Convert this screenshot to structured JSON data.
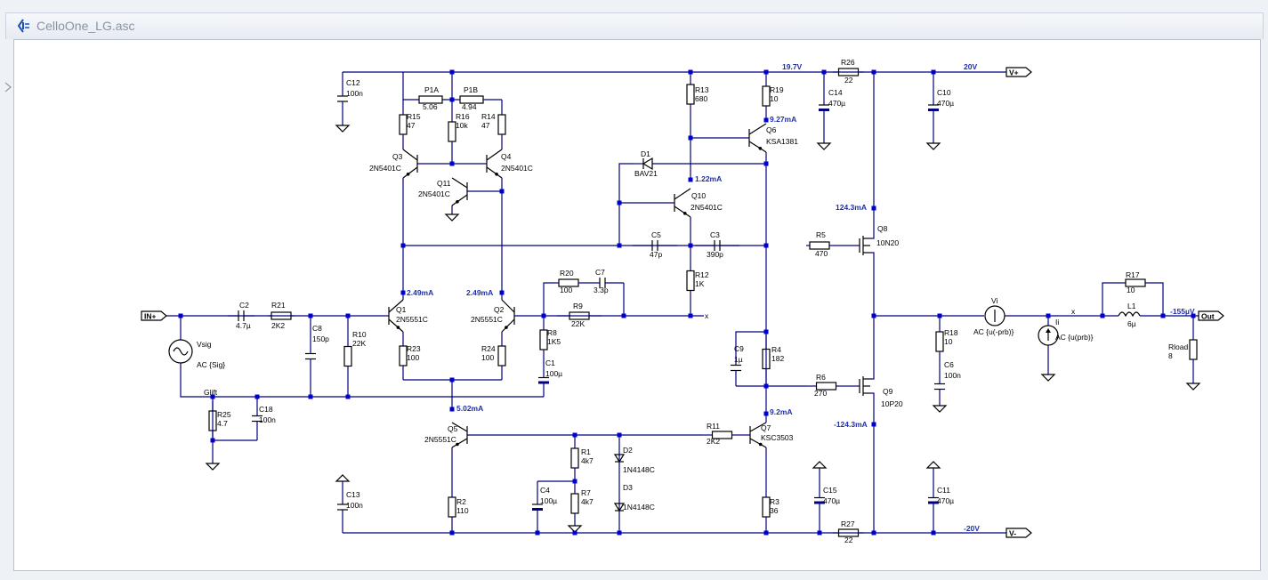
{
  "window": {
    "title": "CelloOne_LG.asc"
  },
  "ports": {
    "in": "IN+",
    "out": "Out",
    "vpos": "V+",
    "vneg": "V-"
  },
  "netlabels": {
    "x1": "x",
    "x2": "x",
    "glift": "Glift"
  },
  "rails": {
    "v197": "19.7V",
    "v20": "20V",
    "vm20": "-20V"
  },
  "components": {
    "C12": {
      "ref": "C12",
      "val": "100n"
    },
    "C13": {
      "ref": "C13",
      "val": "100n"
    },
    "P1A": {
      "ref": "P1A",
      "val": "5.06"
    },
    "P1B": {
      "ref": "P1B",
      "val": "4.94"
    },
    "R15": {
      "ref": "R15",
      "val": "47"
    },
    "R16": {
      "ref": "R16",
      "val": "10k"
    },
    "R14": {
      "ref": "R14",
      "val": "47"
    },
    "Q3": {
      "ref": "Q3",
      "val": "2N5401C"
    },
    "Q4": {
      "ref": "Q4",
      "val": "2N5401C"
    },
    "Q11": {
      "ref": "Q11",
      "val": "2N5401C"
    },
    "R13": {
      "ref": "R13",
      "val": "680"
    },
    "R19": {
      "ref": "R19",
      "val": "10"
    },
    "Q6": {
      "ref": "Q6",
      "val": "KSA1381"
    },
    "D1": {
      "ref": "D1",
      "val": "BAV21"
    },
    "Q10": {
      "ref": "Q10",
      "val": "2N5401C"
    },
    "C14": {
      "ref": "C14",
      "val": "470µ"
    },
    "R26": {
      "ref": "R26",
      "val": "22"
    },
    "C10": {
      "ref": "C10",
      "val": "470µ"
    },
    "C5": {
      "ref": "C5",
      "val": "47p"
    },
    "C3": {
      "ref": "C3",
      "val": "390p"
    },
    "R5": {
      "ref": "R5",
      "val": "470"
    },
    "Q8": {
      "ref": "Q8",
      "val": "10N20"
    },
    "R12": {
      "ref": "R12",
      "val": "1K"
    },
    "R20": {
      "ref": "R20",
      "val": "100"
    },
    "C7": {
      "ref": "C7",
      "val": "3.3p"
    },
    "R9": {
      "ref": "R9",
      "val": "22K"
    },
    "C2": {
      "ref": "C2",
      "val": "4.7µ"
    },
    "R21": {
      "ref": "R21",
      "val": "2K2"
    },
    "C8": {
      "ref": "C8",
      "val": "150p"
    },
    "R10": {
      "ref": "R10",
      "val": "22K"
    },
    "Q1": {
      "ref": "Q1",
      "val": "2N5551C"
    },
    "Q2": {
      "ref": "Q2",
      "val": "2N5551C"
    },
    "R23": {
      "ref": "R23",
      "val": "100"
    },
    "R24": {
      "ref": "R24",
      "val": "100"
    },
    "R8": {
      "ref": "R8",
      "val": "1K5"
    },
    "C1": {
      "ref": "C1",
      "val": "100µ"
    },
    "Vsig": {
      "ref": "Vsig",
      "val": "AC {Sig}"
    },
    "R25": {
      "ref": "R25",
      "val": "4.7"
    },
    "C18": {
      "ref": "C18",
      "val": "100n"
    },
    "C9": {
      "ref": "C9",
      "val": "1µ"
    },
    "R4": {
      "ref": "R4",
      "val": "182"
    },
    "R6": {
      "ref": "R6",
      "val": "270"
    },
    "Q9": {
      "ref": "Q9",
      "val": "10P20"
    },
    "Q5": {
      "ref": "Q5",
      "val": "2N5551C"
    },
    "R11": {
      "ref": "R11",
      "val": "2K2"
    },
    "Q7": {
      "ref": "Q7",
      "val": "KSC3503"
    },
    "R1": {
      "ref": "R1",
      "val": "4k7"
    },
    "R7": {
      "ref": "R7",
      "val": "4k7"
    },
    "D2": {
      "ref": "D2",
      "val": "1N4148C"
    },
    "D3": {
      "ref": "D3",
      "val": "1N4148C"
    },
    "C4": {
      "ref": "C4",
      "val": "100µ"
    },
    "R2": {
      "ref": "R2",
      "val": "110"
    },
    "R3": {
      "ref": "R3",
      "val": "36"
    },
    "C15": {
      "ref": "C15",
      "val": "470µ"
    },
    "R27": {
      "ref": "R27",
      "val": "22"
    },
    "C11": {
      "ref": "C11",
      "val": "470µ"
    },
    "Vi": {
      "ref": "Vi",
      "val": "AC {u(-prb)}"
    },
    "Ii": {
      "ref": "Ii",
      "val": "AC {u(prb)}"
    },
    "R18": {
      "ref": "R18",
      "val": "10"
    },
    "C6": {
      "ref": "C6",
      "val": "100n"
    },
    "R17": {
      "ref": "R17",
      "val": "10"
    },
    "L1": {
      "ref": "L1",
      "val": "6µ"
    },
    "Rload": {
      "ref": "Rload",
      "val": "8"
    }
  },
  "operating_points": {
    "q6": "9.27mA",
    "q10": "1.22mA",
    "q8": "124.3mA",
    "q1": "2.49mA",
    "q2": "2.49mA",
    "q5": "5.02mA",
    "q7": "9.2mA",
    "q9": "-124.3mA",
    "out": "-155µV"
  }
}
